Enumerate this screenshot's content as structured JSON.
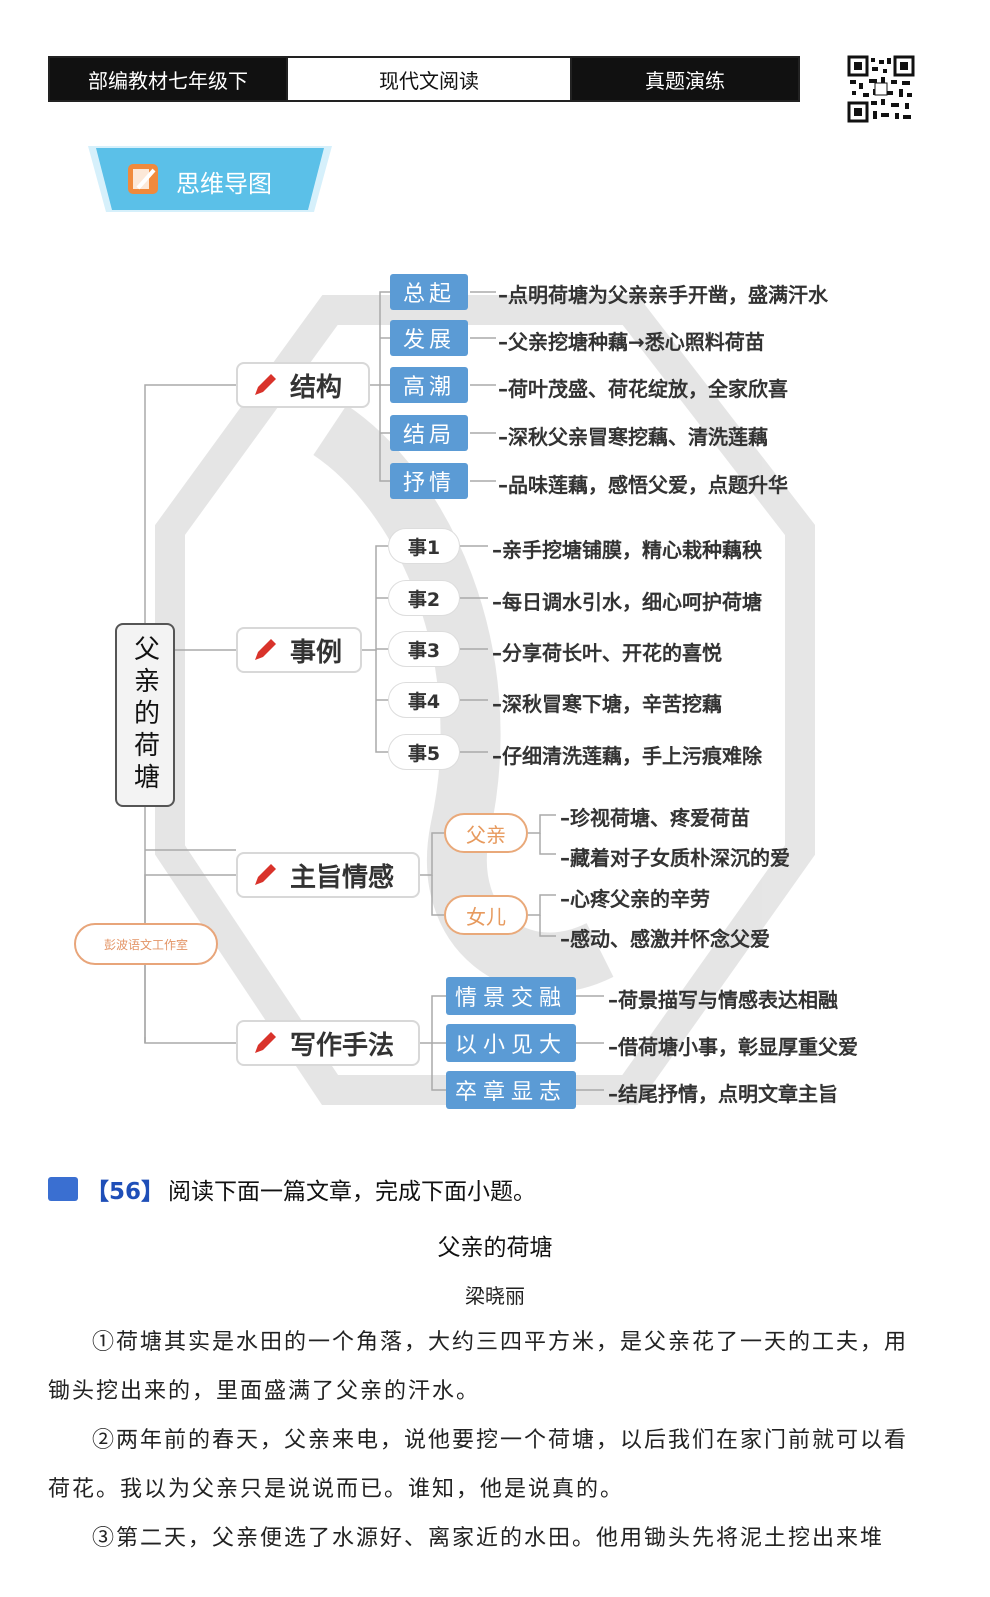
{
  "header": {
    "left": "部编教材七年级下",
    "middle": "现代文阅读",
    "right": "真题演练"
  },
  "banner": {
    "label": "思维导图"
  },
  "mindmap": {
    "root": "父亲的荷塘",
    "studio": "彭波语文工作室",
    "structure": {
      "label": "结构",
      "items": [
        {
          "tag": "总起",
          "text": "–点明荷塘为父亲亲手开凿，盛满汗水"
        },
        {
          "tag": "发展",
          "text": "–父亲挖塘种藕→悉心照料荷苗"
        },
        {
          "tag": "高潮",
          "text": "–荷叶茂盛、荷花绽放，全家欣喜"
        },
        {
          "tag": "结局",
          "text": "–深秋父亲冒寒挖藕、清洗莲藕"
        },
        {
          "tag": "抒情",
          "text": "–品味莲藕，感悟父爱，点题升华"
        }
      ]
    },
    "examples": {
      "label": "事例",
      "items": [
        {
          "tag": "事1",
          "text": "–亲手挖塘铺膜，精心栽种藕秧"
        },
        {
          "tag": "事2",
          "text": "–每日调水引水，细心呵护荷塘"
        },
        {
          "tag": "事3",
          "text": "–分享荷长叶、开花的喜悦"
        },
        {
          "tag": "事4",
          "text": "–深秋冒寒下塘，辛苦挖藕"
        },
        {
          "tag": "事5",
          "text": "–仔细清洗莲藕，手上污痕难除"
        }
      ]
    },
    "theme": {
      "label": "主旨情感",
      "father": {
        "tag": "父亲",
        "lines": [
          "–珍视荷塘、疼爱荷苗",
          "–藏着对子女质朴深沉的爱"
        ]
      },
      "daughter": {
        "tag": "女儿",
        "lines": [
          "–心疼父亲的辛劳",
          "–感动、感激并怀念父爱"
        ]
      }
    },
    "writing": {
      "label": "写作手法",
      "items": [
        {
          "tag": "情景交融",
          "text": "–荷景描写与情感表达相融"
        },
        {
          "tag": "以小见大",
          "text": "–借荷塘小事，彰显厚重父爱"
        },
        {
          "tag": "卒章显志",
          "text": "–结尾抒情，点明文章主旨"
        }
      ]
    }
  },
  "question": {
    "number": "【56】",
    "instruction": "阅读下面一篇文章，完成下面小题。",
    "title": "父亲的荷塘",
    "author": "梁晓丽",
    "paragraphs": [
      "①荷塘其实是水田的一个角落，大约三四平方米，是父亲花了一天的工夫，用锄头挖出来的，里面盛满了父亲的汗水。",
      "②两年前的春天，父亲来电，说他要挖一个荷塘，以后我们在家门前就可以看荷花。我以为父亲只是说说而已。谁知，他是说真的。",
      "③第二天，父亲便选了水源好、离家近的水田。他用锄头先将泥土挖出来堆"
    ]
  },
  "colors": {
    "blue_tag": "#5b9bd5",
    "orange_tag": "#e79a5e",
    "banner": "#5bc0e8",
    "header_dark": "#111111"
  }
}
